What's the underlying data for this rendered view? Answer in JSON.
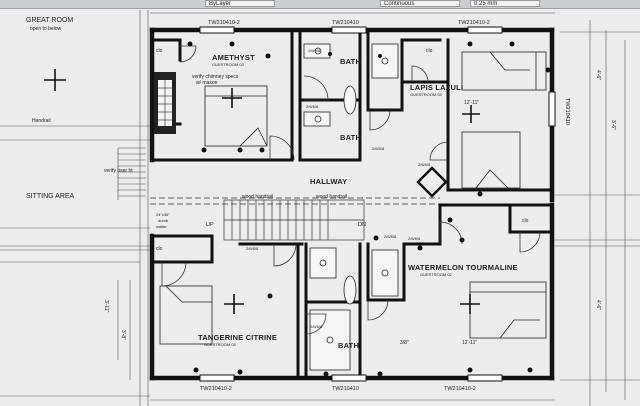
{
  "toolbar": {
    "layer_value": "ByLayer",
    "line_style": "Continuous",
    "line_weight": "0.25 mm"
  },
  "windows": {
    "top_left": "TW210410-2",
    "top_mid": "TW210410",
    "top_right": "TW210410-2",
    "bottom_left": "TW210410-2",
    "bottom_mid": "TW210410",
    "bottom_right": "TW210410-2",
    "right_side": "TW210410"
  },
  "rooms": {
    "amethyst": {
      "name": "AMETHYST",
      "sub": "GUESTROOM 03"
    },
    "lapis": {
      "name": "LAPIS LAZULI",
      "sub": "GUESTROOM 04"
    },
    "watermelon": {
      "name": "WATERMELON TOURMALINE",
      "sub": "GUESTROOM 02"
    },
    "tangerine": {
      "name": "TANGERINE CITRINE",
      "sub": "GUESTROOM 05"
    },
    "bath_top": "BATH",
    "bath_mid": "BATH",
    "bath_bottom": "BATH",
    "hallway": "HALLWAY"
  },
  "labels": {
    "great_room": "GREAT ROOM",
    "open_below": "open to below",
    "handrail": "Handrail",
    "sitting_area": "SITTING AREA",
    "verify_riser": "verify riser ht",
    "chimney_1": "verify chimney specs",
    "chimney_2": "w/ mason",
    "wood_handrail_1": "wood handrail",
    "wood_handrail_2": "wood handrail",
    "up": "UP",
    "dn": "DN",
    "dumb_1": "24\"x36\"",
    "dumb_2": "dumb",
    "dumb_3": "waiter",
    "clo_1": "clo",
    "clo_2": "clo",
    "clo_3": "clo",
    "clo_4": "clo"
  },
  "doors": {
    "d1": "2/6/6/8",
    "d2": "2/6/6/8",
    "d3": "2/6/6/8",
    "d4": "2/6/6/8",
    "d5": "2/6/6/8",
    "d6": "2/6/6/8",
    "d7": "2/6/6/8",
    "d8": "2/6/6/8"
  },
  "dimensions": {
    "lapis_w": "12'-11\"",
    "water_w": "12'-11\"",
    "right_top": "4'-6\"",
    "right_bot": "4'-6\"",
    "left_bot": "3'-11\"",
    "left_bot2": "3'-8\"",
    "right_mid": "3'-6\"",
    "tang_small": "3/8\""
  }
}
